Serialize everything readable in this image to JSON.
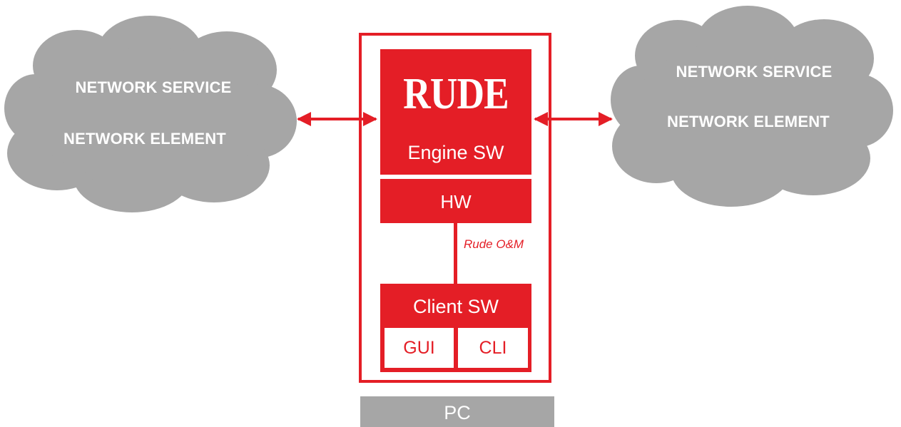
{
  "left_cloud": {
    "line1": "NETWORK SERVICE",
    "line2": "NETWORK ELEMENT"
  },
  "right_cloud": {
    "line1": "NETWORK SERVICE",
    "line2": "NETWORK ELEMENT"
  },
  "engine": {
    "logo_text": "RUDE",
    "label": "Engine SW"
  },
  "hw": {
    "label": "HW"
  },
  "om_link": {
    "label": "Rude O&M"
  },
  "client": {
    "label": "Client SW",
    "gui_label": "GUI",
    "cli_label": "CLI"
  },
  "pc": {
    "label": "PC"
  },
  "colors": {
    "accent_red": "#e41e26",
    "cloud_gray": "#a6a6a6",
    "text_white": "#ffffff"
  }
}
